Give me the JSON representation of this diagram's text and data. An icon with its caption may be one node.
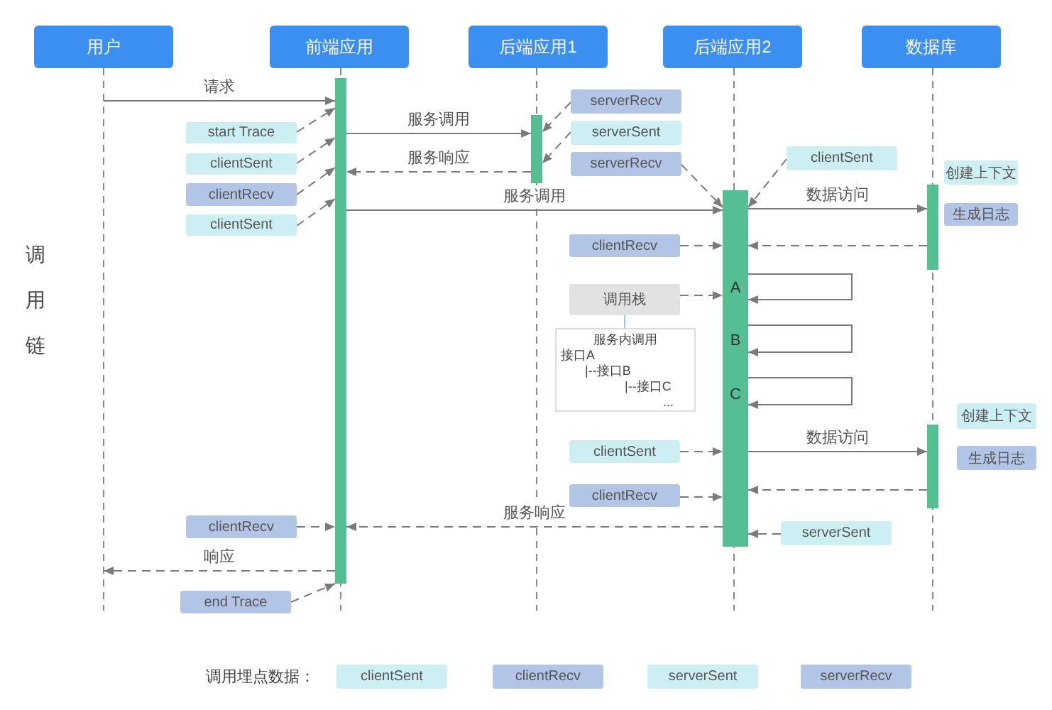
{
  "diagram": {
    "nodes": [
      {
        "text": [
          "用户"
        ]
      },
      {
        "text": [
          "前端应用"
        ]
      },
      {
        "text": [
          "后端应用1"
        ]
      },
      {
        "text": [
          "后端应用2"
        ]
      },
      {
        "text": [
          "数据库"
        ]
      },
      {
        "text": [],
        "shape": "bar"
      },
      {
        "text": [],
        "shape": "bar"
      },
      {
        "text": [],
        "shape": "bar"
      },
      {
        "text": [],
        "shape": "bar"
      },
      {
        "text": [],
        "shape": "bar"
      },
      {
        "text": [
          "start Trace"
        ]
      },
      {
        "text": [
          "clientSent"
        ]
      },
      {
        "text": [
          "clientRecv"
        ]
      },
      {
        "text": [
          "clientSent"
        ]
      },
      {
        "text": [
          "serverRecv"
        ]
      },
      {
        "text": [
          "serverSent"
        ]
      },
      {
        "text": [
          "serverRecv"
        ]
      },
      {
        "text": [
          "clientSent"
        ]
      },
      {
        "text": [
          "创建上下文"
        ]
      },
      {
        "text": [
          "生成日志"
        ]
      },
      {
        "text": [
          "clientRecv"
        ]
      },
      {
        "text": [
          "调用栈"
        ]
      },
      {
        "text": [
          "服务内调用",
          "接口A",
          "|--接口B",
          "|--接口C",
          "..."
        ]
      },
      {
        "text": [
          "创建上下文"
        ]
      },
      {
        "text": [
          "生成日志"
        ]
      },
      {
        "text": [
          "clientSent"
        ]
      },
      {
        "text": [
          "clientRecv"
        ]
      },
      {
        "text": [
          "serverSent"
        ]
      },
      {
        "text": [
          "clientRecv"
        ]
      },
      {
        "text": [
          "end Trace"
        ]
      }
    ],
    "edges": [
      {
        "from": null,
        "to": 5,
        "arrow": "to",
        "label": "请求"
      },
      {
        "from": 5,
        "to": 6,
        "arrow": "to",
        "label": "服务调用"
      },
      {
        "from": 6,
        "to": 5,
        "arrow": "to",
        "label": "服务响应",
        "style": "dashed"
      },
      {
        "from": 5,
        "to": 7,
        "arrow": "to",
        "label": "服务调用"
      },
      {
        "from": 7,
        "to": 8,
        "arrow": "to",
        "label": "数据访问"
      },
      {
        "from": 8,
        "to": 7,
        "arrow": "to",
        "style": "dashed"
      },
      {
        "from": 7,
        "to": 7,
        "arrow": "to"
      },
      {
        "from": 7,
        "to": 7,
        "arrow": "to"
      },
      {
        "from": 7,
        "to": 7,
        "arrow": "to"
      },
      {
        "from": 7,
        "to": 9,
        "arrow": "to",
        "label": "数据访问"
      },
      {
        "from": 9,
        "to": 7,
        "arrow": "to",
        "style": "dashed"
      },
      {
        "from": 7,
        "to": 5,
        "arrow": "to",
        "label": "服务响应",
        "style": "dashed"
      },
      {
        "from": 5,
        "to": null,
        "arrow": "to",
        "label": "响应",
        "style": "dashed"
      },
      {
        "from": 10,
        "to": 5,
        "arrow": "to",
        "style": "dashed"
      },
      {
        "from": 11,
        "to": 5,
        "arrow": "to",
        "style": "dashed"
      },
      {
        "from": 12,
        "to": 5,
        "arrow": "to",
        "style": "dashed"
      },
      {
        "from": 13,
        "to": 5,
        "arrow": "to",
        "style": "dashed"
      },
      {
        "from": 14,
        "to": 6,
        "arrow": "to",
        "style": "dashed"
      },
      {
        "from": 15,
        "to": 6,
        "arrow": "to",
        "style": "dashed"
      },
      {
        "from": 16,
        "to": 7,
        "arrow": "to",
        "style": "dashed"
      },
      {
        "from": 17,
        "to": 7,
        "arrow": "to",
        "style": "dashed"
      },
      {
        "from": 20,
        "to": 7,
        "arrow": "to",
        "style": "dashed"
      },
      {
        "from": 21,
        "to": 7,
        "arrow": "to",
        "style": "dashed"
      },
      {
        "from": 21,
        "to": 22,
        "arrow": "none",
        "color": "#9cc8e8"
      },
      {
        "from": 25,
        "to": 7,
        "arrow": "to",
        "style": "dashed"
      },
      {
        "from": 26,
        "to": 7,
        "arrow": "to",
        "style": "dashed"
      },
      {
        "from": 27,
        "to": 7,
        "arrow": "to",
        "style": "dashed"
      },
      {
        "from": 28,
        "to": 5,
        "arrow": "to",
        "style": "dashed"
      },
      {
        "from": 29,
        "to": 5,
        "arrow": "to",
        "style": "dashed"
      }
    ],
    "labels": [
      "调用链",
      "A",
      "B",
      "C",
      "调用埋点数据："
    ],
    "legend": [
      {
        "text": "clientSent",
        "color": "#cdeef3"
      },
      {
        "text": "clientRecv",
        "color": "#b3c5e6"
      },
      {
        "text": "serverSent",
        "color": "#cdeef3"
      },
      {
        "text": "serverRecv",
        "color": "#b3c5e6"
      }
    ]
  }
}
